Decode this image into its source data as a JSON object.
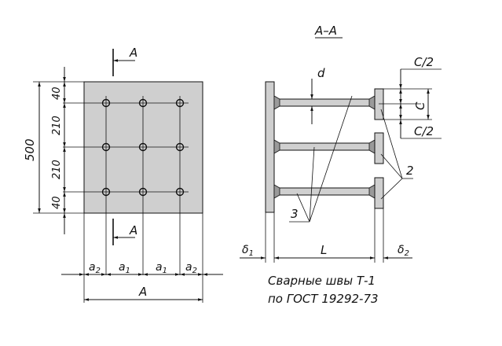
{
  "section_title": "A–A",
  "section_mark_top": "A",
  "section_mark_bottom": "A",
  "dims_vertical": {
    "total": "500",
    "edge_top": "40",
    "mid_top": "210",
    "mid_bottom": "210",
    "edge_bottom": "40"
  },
  "dims_horizontal": {
    "a2_left": "a",
    "a2_left_sub": "2",
    "a1_left": "a",
    "a1_left_sub": "1",
    "a1_right": "a",
    "a1_right_sub": "1",
    "a2_right": "a",
    "a2_right_sub": "2",
    "total": "A"
  },
  "section_view": {
    "d_label": "d",
    "c_half_top": "C/2",
    "c_label": "C",
    "c_half_bottom": "C/2",
    "callout_2": "2",
    "callout_3": "3",
    "delta1": "δ",
    "delta1_sub": "1",
    "length_label": "L",
    "delta2": "δ",
    "delta2_sub": "2"
  },
  "note": {
    "line1": "Сварные швы Т-1",
    "line2": "по ГОСТ 19292-73"
  }
}
